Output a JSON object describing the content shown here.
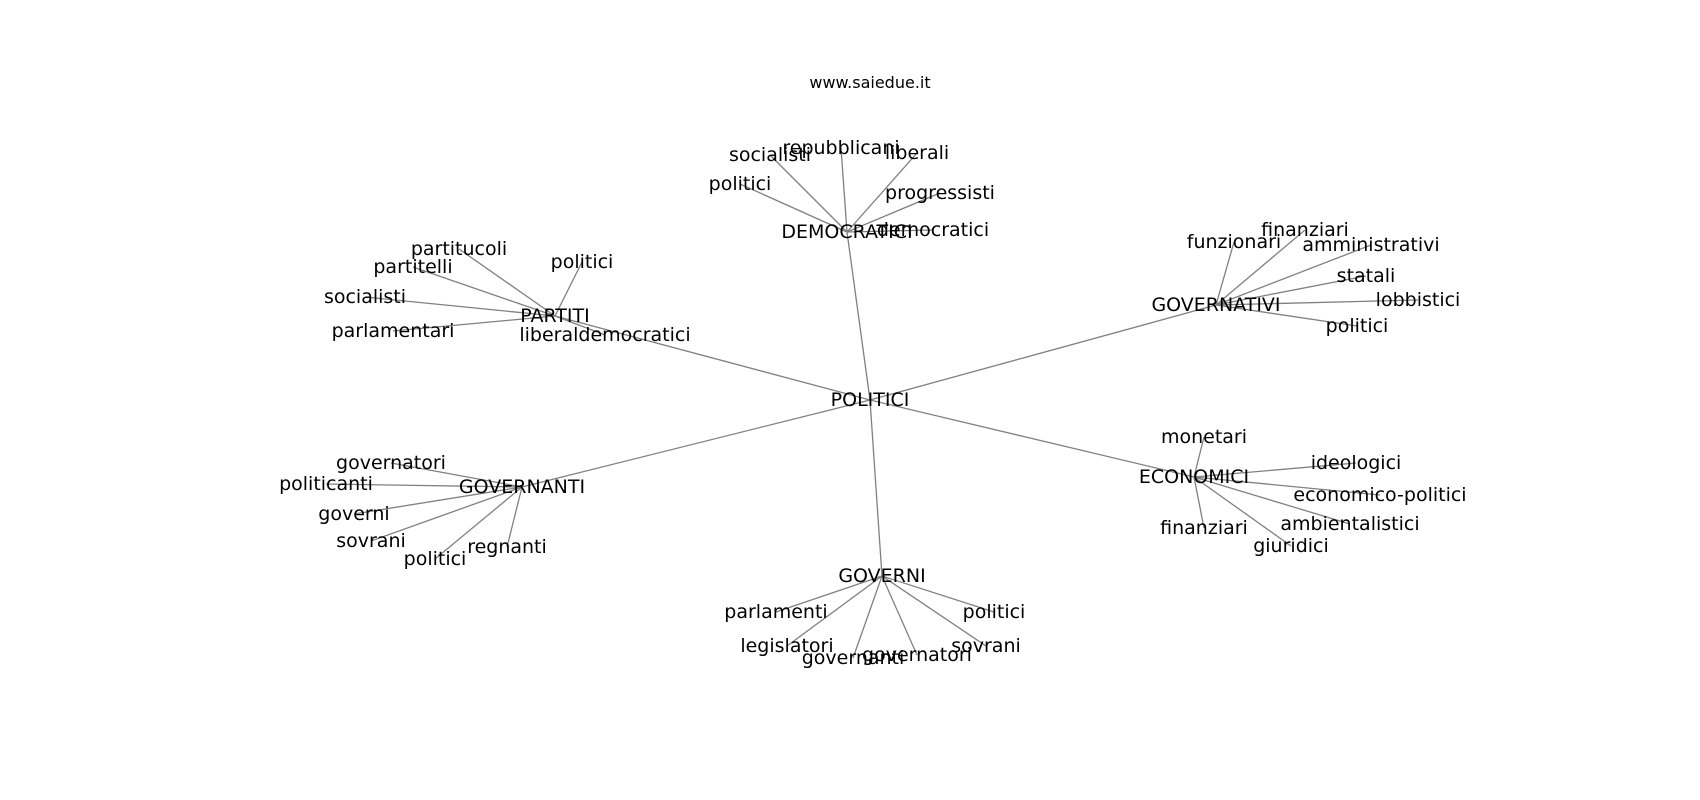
{
  "site": "www.saiedue.it",
  "root": "POLITICI",
  "clusters": [
    {
      "hub": "DEMOCRATICI",
      "leaves": [
        "socialisti",
        "repubblicani",
        "liberali",
        "progressisti",
        "democratici",
        "politici"
      ]
    },
    {
      "hub": "PARTITI",
      "leaves": [
        "partitucoli",
        "politici",
        "partitelli",
        "socialisti",
        "parlamentari",
        "liberaldemocratici"
      ]
    },
    {
      "hub": "GOVERNATIVI",
      "leaves": [
        "funzionari",
        "finanziari",
        "amministrativi",
        "statali",
        "lobbistici",
        "politici"
      ]
    },
    {
      "hub": "GOVERNANTI",
      "leaves": [
        "governatori",
        "politicanti",
        "governi",
        "sovrani",
        "politici",
        "regnanti"
      ]
    },
    {
      "hub": "ECONOMICI",
      "leaves": [
        "monetari",
        "ideologici",
        "economico-politici",
        "ambientalistici",
        "giuridici",
        "finanziari"
      ]
    },
    {
      "hub": "GOVERNI",
      "leaves": [
        "parlamenti",
        "politici",
        "legislatori",
        "governanti",
        "governatori",
        "sovrani"
      ]
    }
  ]
}
